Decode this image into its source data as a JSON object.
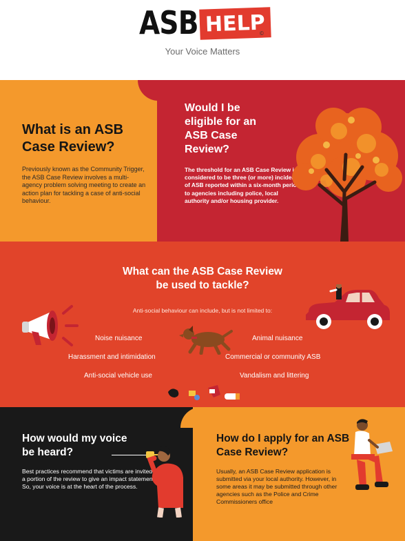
{
  "header": {
    "logo_left": "ASB",
    "logo_right": "HELP",
    "copyright": "©",
    "tagline": "Your Voice Matters"
  },
  "what_is": {
    "title": "What is an ASB Case Review?",
    "body": "Previously known as the Community Trigger, the ASB Case Review involves a multi-agency problem solving meeting to create an action plan for tackling a case of anti-social behaviour."
  },
  "eligible": {
    "title": "Would I be eligible for an ASB Case Review?",
    "body": "The threshold for an ASB Case Review is considered to be three (or more) incidents of ASB reported within a six-month period to agencies including police, local authority and/or housing provider."
  },
  "tackle": {
    "title": "What can the ASB Case Review be used to tackle?",
    "intro": "Anti-social behaviour can include, but is not limited to:",
    "items": [
      "Noise nuisance",
      "Animal nuisance",
      "Harassment and intimidation",
      "Commercial or community ASB",
      "Anti-social vehicle use",
      "Vandalism and littering"
    ]
  },
  "voice": {
    "title": "How would my voice be heard?",
    "body": "Best practices recommend that victims are invited to a portion of the review to give an impact statement. So, your voice is at the heart of the process."
  },
  "apply": {
    "title": "How do I apply for an ASB Case Review?",
    "body": "Usually, an ASB Case Review application is submitted via your local authority. However, in some areas it may be submitted through other agencies such as the Police and Crime Commissioners office"
  },
  "colors": {
    "orange": "#f4992c",
    "red": "#c42532",
    "vermilion": "#e1442a",
    "black": "#191919",
    "logo_red": "#e23b2e"
  },
  "icons": [
    "tree-icon",
    "megaphone-icon",
    "dog-icon",
    "car-icon",
    "litter-icon",
    "listener-icon",
    "laptop-worker-icon"
  ]
}
